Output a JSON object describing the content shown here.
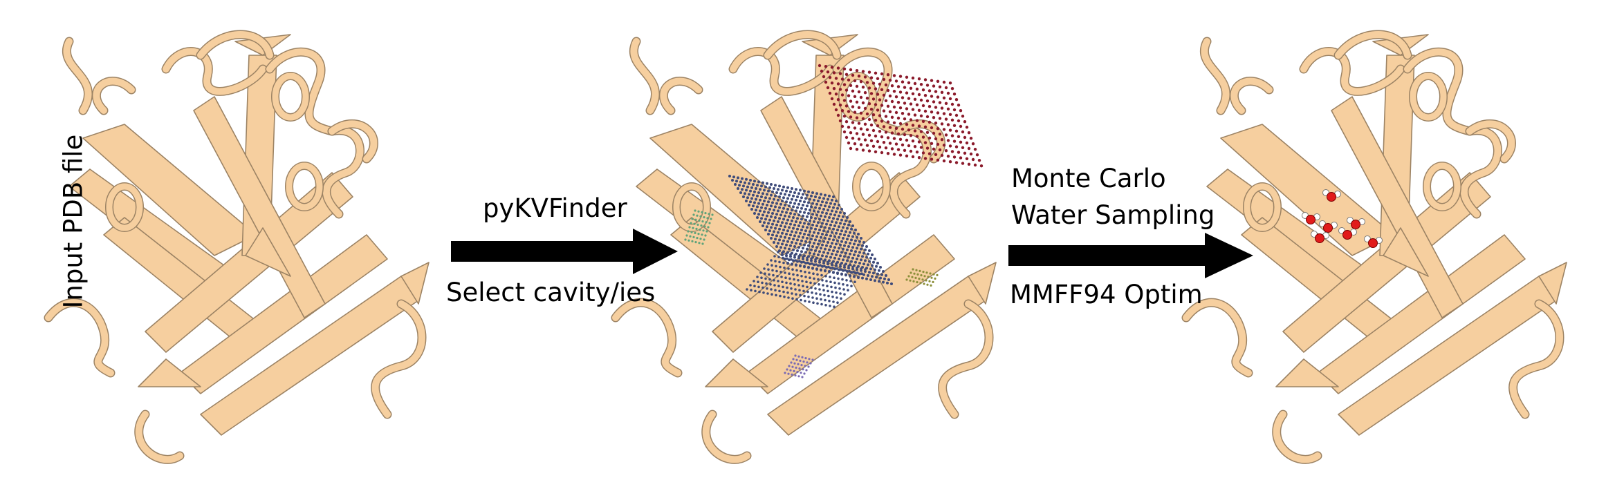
{
  "colors": {
    "protein_fill": "#F6CF9F",
    "protein_stroke": "#9C8364",
    "arrow": "#000000",
    "cavity_red": "#8B1A2B",
    "cavity_blue": "#3E4B7A",
    "cavity_green": "#5FA37A",
    "cavity_purple": "#7B6BB3",
    "cavity_olive": "#8C8F3A",
    "water_oxygen": "#E11B1B",
    "water_hydrogen": "#FFFFFF"
  },
  "panels": [
    {
      "name": "input-protein",
      "label": "Input PDB file"
    },
    {
      "name": "cavity-protein"
    },
    {
      "name": "water-protein"
    }
  ],
  "steps": [
    {
      "above": "pyKVFinder",
      "below": "Select cavity/ies"
    },
    {
      "above_line1": "Monte Carlo",
      "above_line2": "Water Sampling",
      "below": "MMFF94 Optim"
    }
  ]
}
